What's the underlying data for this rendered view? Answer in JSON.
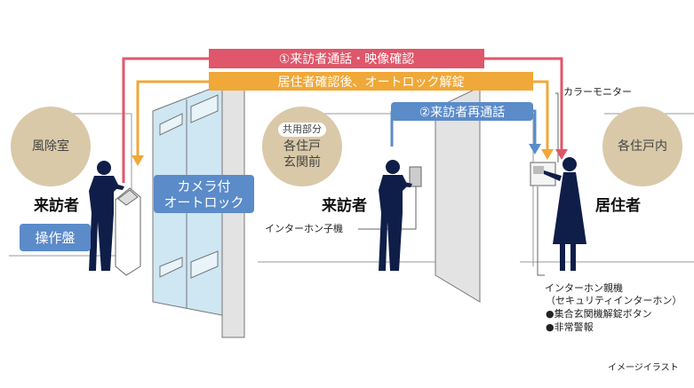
{
  "flows": {
    "step1": "①来訪者通話・映像確認",
    "unlock": "居住者確認後、オートロック解錠",
    "step2": "②来訪者再通話"
  },
  "zones": {
    "vestibule": "風除室",
    "common_tag": "共用部分",
    "entrance_line1": "各住戸",
    "entrance_line2": "玄関前",
    "unit_inside": "各住戸内"
  },
  "labels": {
    "visitor_left": "来訪者",
    "panel": "操作盤",
    "autolock_line1": "カメラ付",
    "autolock_line2": "オートロック",
    "visitor_mid": "来訪者",
    "intercom_slave": "インターホン子機",
    "color_monitor": "カラーモニター",
    "resident": "居住者",
    "intercom_master": "インターホン親機",
    "security_intercom": "（セキュリティインターホン）",
    "feature1": "●集合玄関機解錠ボタン",
    "feature2": "●非常警報",
    "note": "イメージイラスト"
  },
  "colors": {
    "red": "#e0566a",
    "orange": "#f0a838",
    "blue": "#5b8bc9",
    "beige": "#d9c9a8",
    "navy": "#0f1e48"
  }
}
